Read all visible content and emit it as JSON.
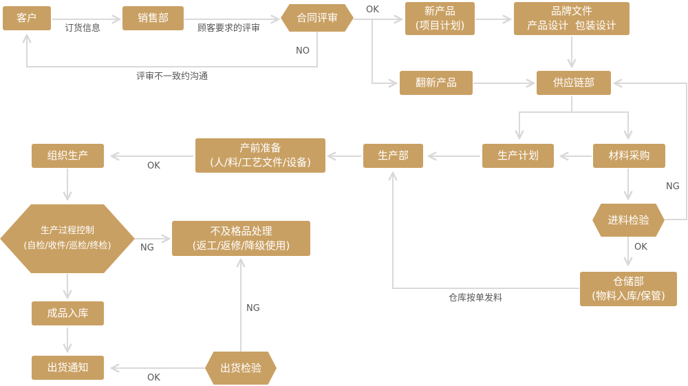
{
  "nodes": {
    "customer": "客户",
    "sales": "销售部",
    "contract_review": "合同评审",
    "new_product": {
      "line1": "新产品",
      "line2": "(项目计划)"
    },
    "brand_docs": {
      "line1": "品牌文件",
      "line2": "产品设计  包装设计"
    },
    "renew_product": "翻新产品",
    "supply_chain": "供应链部",
    "prod_plan": "生产计划",
    "material_purchase": "材料采购",
    "incoming_inspection": "进料检验",
    "warehouse": {
      "line1": "仓储部",
      "line2": "(物料入库/保管)"
    },
    "production_dept": "生产部",
    "preproduction": {
      "line1": "产前准备",
      "line2": "(人/料/工艺文件/设备)"
    },
    "organize_production": "组织生产",
    "process_control": {
      "line1": "生产过程控制",
      "line2": "(自检/收件/巡检/终检)"
    },
    "nonconforming": {
      "line1": "不及格品处理",
      "line2": "(返工/返修/降级使用)"
    },
    "finished_storage": "成品入库",
    "shipment_notice": "出货通知",
    "shipment_inspection": "出货检验"
  },
  "labels": {
    "order_info": "订货信息",
    "customer_requirements_review": "顾客要求的评审",
    "ok_review": "OK",
    "no_review": "NO",
    "inconsistent_review": "评审不一致约沟通",
    "ok_preproduction": "OK",
    "ng_incoming": "NG",
    "ok_incoming": "OK",
    "warehouse_issue": "仓库按单发料",
    "ng_process": "NG",
    "ng_shipment": "NG",
    "ok_shipment": "OK"
  },
  "colors": {
    "node_fill": "#c9a063",
    "node_text": "#ffffff",
    "connector": "#d9d9d9",
    "label_text": "#555555"
  }
}
